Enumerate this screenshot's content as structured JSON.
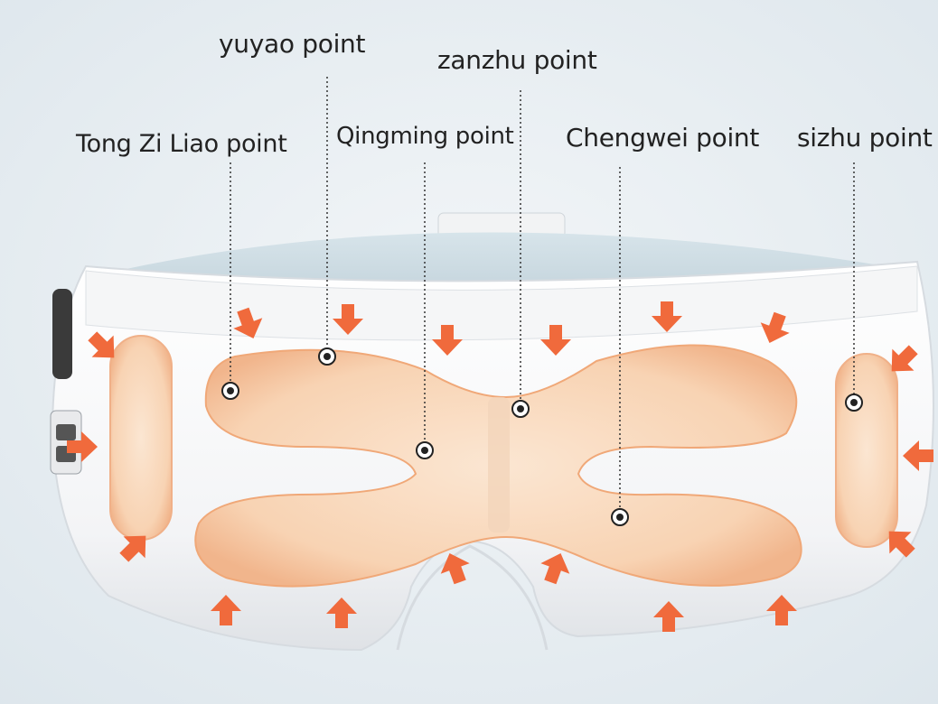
{
  "labels": {
    "yuyao": "yuyao point",
    "zanzhu": "zanzhu point",
    "tong_zi_liao": "Tong Zi Liao point",
    "qingming": "Qingming point",
    "chengwei": "Chengwei point",
    "sizhu": "sizhu point"
  },
  "colors": {
    "background": "#e9f0f4",
    "mask_body": "#f7f8f9",
    "heat_pad": "#f6c9a5",
    "arrow": "#f06a3c",
    "fabric": "#cfdde4",
    "text": "#222222"
  },
  "icons": [
    "arrow-icon",
    "acupoint-marker-icon",
    "control-buttons-icon"
  ]
}
